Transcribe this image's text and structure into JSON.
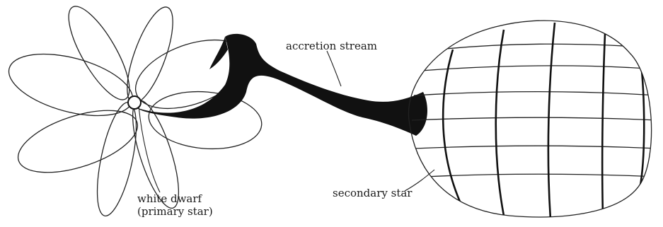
{
  "labels": {
    "stream": "accretion stream",
    "white_dwarf": "white dwarf",
    "primary": "(primary star)",
    "secondary": "secondary star"
  },
  "colors": {
    "ink": "#111111",
    "background": "#ffffff"
  }
}
